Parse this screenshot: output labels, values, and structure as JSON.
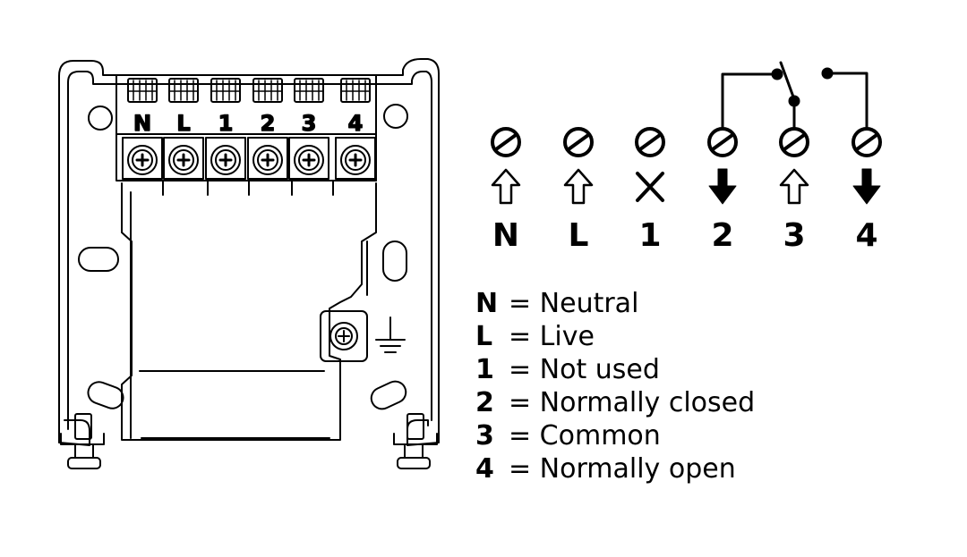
{
  "terminals": [
    {
      "id": "N",
      "label": "N",
      "direction": "in"
    },
    {
      "id": "L",
      "label": "L",
      "direction": "in"
    },
    {
      "id": "1",
      "label": "1",
      "direction": "none"
    },
    {
      "id": "2",
      "label": "2",
      "direction": "out"
    },
    {
      "id": "3",
      "label": "3",
      "direction": "in"
    },
    {
      "id": "4",
      "label": "4",
      "direction": "out"
    }
  ],
  "legend": [
    {
      "key": "N",
      "desc": "= Neutral"
    },
    {
      "key": "L",
      "desc": "= Live"
    },
    {
      "key": "1",
      "desc": "= Not used"
    },
    {
      "key": "2",
      "desc": "= Normally closed"
    },
    {
      "key": "3",
      "desc": "= Common"
    },
    {
      "key": "4",
      "desc": "= Normally open"
    }
  ],
  "colors": {
    "line": "#000000",
    "background": "#ffffff"
  }
}
